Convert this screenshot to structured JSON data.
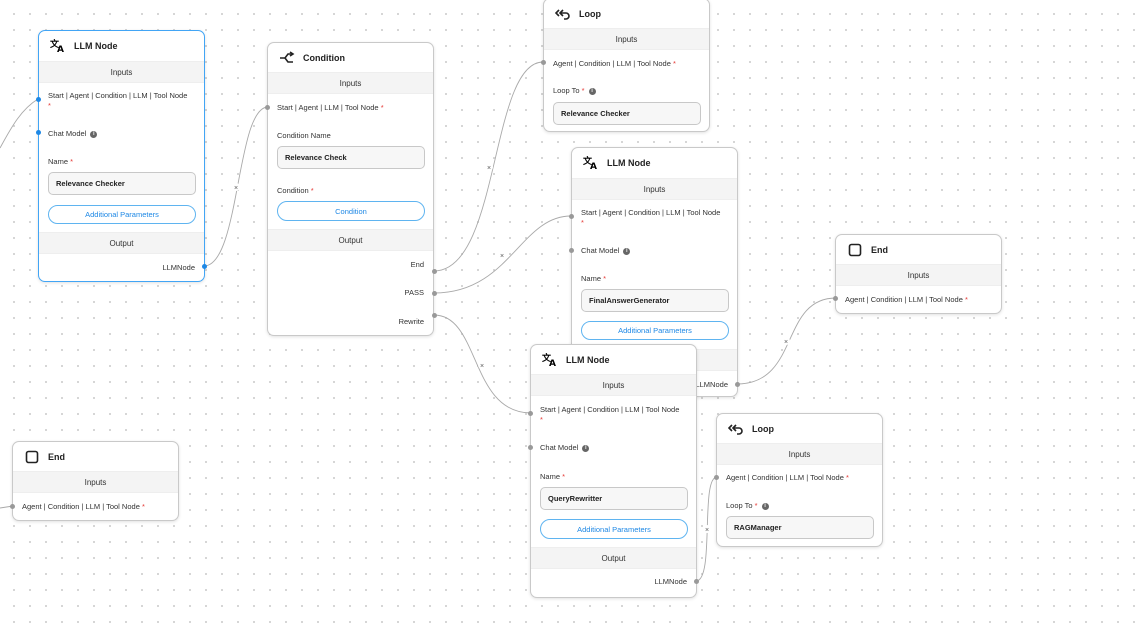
{
  "colors": {
    "accent": "#1e88e5",
    "required": "#e53935",
    "edge": "#a9a9a9",
    "selected_border": "#42a5f5"
  },
  "nodes": {
    "llm1": {
      "title": "LLM Node",
      "icon": "translate-icon",
      "inputs_label": "Inputs",
      "start_label": "Start | Agent | Condition | LLM | Tool Node",
      "req": "*",
      "chat_model_label": "Chat Model",
      "name_label": "Name",
      "name_value": "Relevance Checker",
      "additional_params": "Additional Parameters",
      "output_label": "Output",
      "output_port": "LLMNode"
    },
    "condition": {
      "title": "Condition",
      "icon": "split-arrow-icon",
      "inputs_label": "Inputs",
      "start_label": "Start | Agent | LLM | Tool Node",
      "req": "*",
      "condition_name_label": "Condition Name",
      "condition_name_value": "Relevance Check",
      "condition_label": "Condition",
      "condition_button": "Condition",
      "output_label": "Output",
      "out_end": "End",
      "out_pass": "PASS",
      "out_rewrite": "Rewrite"
    },
    "loop1": {
      "title": "Loop",
      "icon": "loop-back-icon",
      "inputs_label": "Inputs",
      "agent_label": "Agent | Condition | LLM | Tool Node",
      "req": "*",
      "loop_to_label": "Loop To",
      "loop_to_value": "Relevance Checker"
    },
    "llm2": {
      "title": "LLM Node",
      "icon": "translate-icon",
      "inputs_label": "Inputs",
      "start_label": "Start | Agent | Condition | LLM | Tool Node",
      "req": "*",
      "chat_model_label": "Chat Model",
      "name_label": "Name",
      "name_value": "FinalAnswerGenerator",
      "additional_params": "Additional Parameters",
      "output_port": "LLMNode"
    },
    "end1": {
      "title": "End",
      "icon": "square-icon",
      "inputs_label": "Inputs",
      "agent_label": "Agent | Condition | LLM | Tool Node",
      "req": "*"
    },
    "llm3": {
      "title": "LLM Node",
      "icon": "translate-icon",
      "inputs_label": "Inputs",
      "start_label": "Start | Agent | Condition | LLM | Tool Node",
      "req": "*",
      "chat_model_label": "Chat Model",
      "name_label": "Name",
      "name_value": "QueryRewritter",
      "additional_params": "Additional Parameters",
      "output_label": "Output",
      "output_port": "LLMNode"
    },
    "loop2": {
      "title": "Loop",
      "icon": "loop-back-icon",
      "inputs_label": "Inputs",
      "agent_label": "Agent | Condition | LLM | Tool Node",
      "req": "*",
      "loop_to_label": "Loop To",
      "loop_to_value": "RAGManager"
    },
    "end2": {
      "title": "End",
      "icon": "square-icon",
      "inputs_label": "Inputs",
      "agent_label": "Agent | Condition | LLM | Tool Node",
      "req": "*"
    }
  },
  "edge_delete_glyph": "×"
}
